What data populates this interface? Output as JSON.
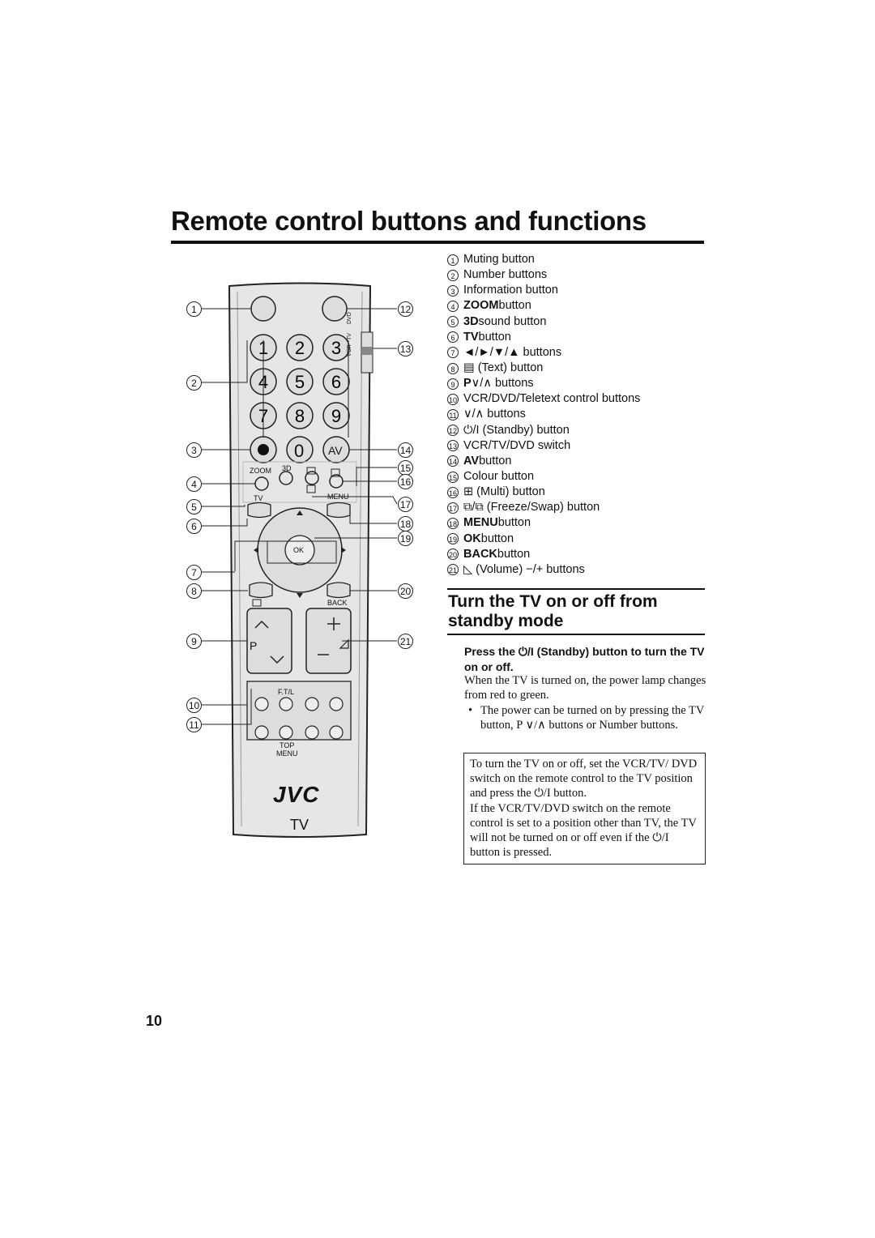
{
  "title": "Remote control buttons and functions",
  "remote": {
    "brand": "JVC",
    "model": "TV",
    "keys": [
      "1",
      "2",
      "3",
      "4",
      "5",
      "6",
      "7",
      "8",
      "9",
      "0"
    ],
    "zoom": "ZOOM",
    "three_d": "3D",
    "tv": "TV",
    "menu": "MENU",
    "ok": "OK",
    "av": "AV",
    "back": "BACK",
    "p": "P",
    "ftl": "F.T/L",
    "top_menu_1": "TOP",
    "top_menu_2": "MENU",
    "switch_labels": [
      "DVD",
      "TV",
      "VCR"
    ],
    "callouts_left": [
      "1",
      "2",
      "3",
      "4",
      "5",
      "6",
      "7",
      "8",
      "9",
      "10",
      "11"
    ],
    "callouts_right": [
      "12",
      "13",
      "14",
      "15",
      "16",
      "17",
      "18",
      "19",
      "20",
      "21"
    ]
  },
  "functions": [
    {
      "n": "1",
      "text": "Muting button"
    },
    {
      "n": "2",
      "text": "Number buttons"
    },
    {
      "n": "3",
      "text": "Information button"
    },
    {
      "n": "4",
      "bold": "ZOOM",
      "text": " button"
    },
    {
      "n": "5",
      "bold": "3D",
      "text": " sound button"
    },
    {
      "n": "6",
      "bold": "TV",
      "text": " button"
    },
    {
      "n": "7",
      "text": "◄/►/▼/▲ buttons"
    },
    {
      "n": "8",
      "text": "▤ (Text) button"
    },
    {
      "n": "9",
      "bold": "P",
      "text": " ∨/∧ buttons"
    },
    {
      "n": "10",
      "text": "VCR/DVD/Teletext control buttons"
    },
    {
      "n": "11",
      "text": "∨/∧ buttons"
    },
    {
      "n": "12",
      "text": "⏻/I (Standby) button"
    },
    {
      "n": "13",
      "text": "VCR/TV/DVD switch"
    },
    {
      "n": "14",
      "bold": "AV",
      "text": " button"
    },
    {
      "n": "15",
      "text": "Colour button"
    },
    {
      "n": "16",
      "text": "⊞ (Multi) button"
    },
    {
      "n": "17",
      "text": "⧉/⧉ (Freeze/Swap) button"
    },
    {
      "n": "18",
      "bold": "MENU",
      "text": " button"
    },
    {
      "n": "19",
      "bold": "OK",
      "text": " button"
    },
    {
      "n": "20",
      "bold": "BACK",
      "text": " button"
    },
    {
      "n": "21",
      "text": "◺ (Volume) −/+ buttons"
    }
  ],
  "section": {
    "title": "Turn the TV on or off from standby mode",
    "press": "Press the ⏻/I (Standby) button to turn the TV on or off.",
    "para": "When the TV is turned on, the power lamp changes from red to green.",
    "bullet": "The power can be turned on by pressing the TV button, P ∨/∧ buttons or Number buttons.",
    "note_1": "To turn the TV on or off, set the VCR/TV/ DVD switch on the remote control to the TV position and press the ⏻/I button.",
    "note_2": "If the VCR/TV/DVD switch on the remote control is set to a position other than TV, the TV will not be turned on or off even if the ⏻/I button is pressed."
  },
  "page_number": "10"
}
